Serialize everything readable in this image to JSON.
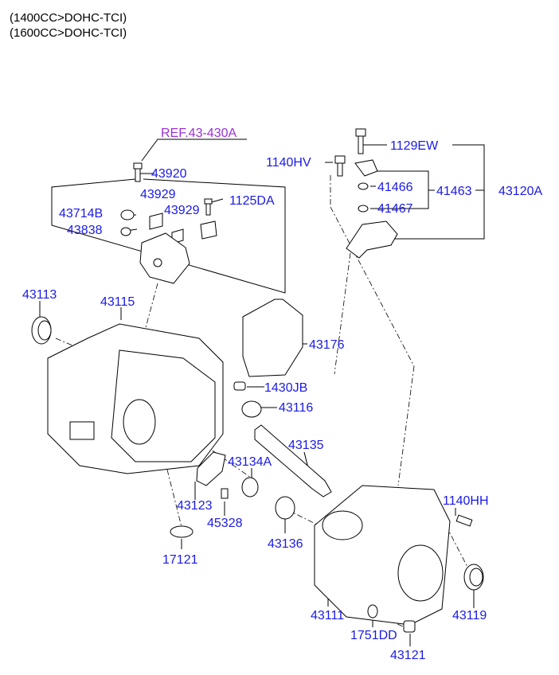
{
  "header": {
    "line1": "(1400CC>DOHC-TCI)",
    "line2": "(1600CC>DOHC-TCI)"
  },
  "colors": {
    "part_label": "#1a1ae6",
    "ref_label": "#9a2fd6",
    "line": "#000000"
  },
  "reference": "REF.43-430A",
  "labels": {
    "p43920": "43920",
    "p43929a": "43929",
    "p43929b": "43929",
    "p1125DA": "1125DA",
    "p43714B": "43714B",
    "p43838": "43838",
    "p1140HV": "1140HV",
    "p1129EW": "1129EW",
    "p41466": "41466",
    "p41463": "41463",
    "p43120A": "43120A",
    "p41467": "41467",
    "p43113": "43113",
    "p43115": "43115",
    "p43176": "43176",
    "p1430JB": "1430JB",
    "p43116": "43116",
    "p43135": "43135",
    "p43134A": "43134A",
    "p43123": "43123",
    "p45328": "45328",
    "p17121": "17121",
    "p43136": "43136",
    "p1140HH": "1140HH",
    "p43111": "43111",
    "p43119": "43119",
    "p1751DD": "1751DD",
    "p43121": "43121"
  }
}
